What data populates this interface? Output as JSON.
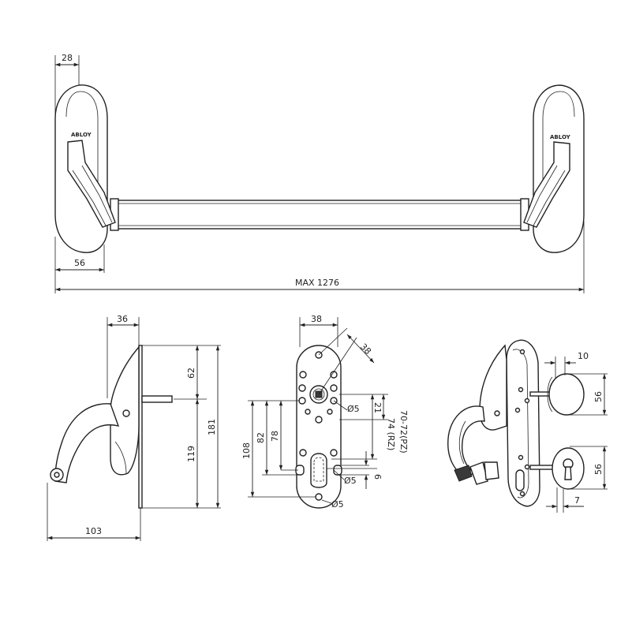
{
  "brand": "ABLOY",
  "dimensions": {
    "top_handle_depth": "28",
    "top_handle_width": "56",
    "max_length": "MAX 1276",
    "side_depth": "36",
    "side_top": "62",
    "side_lower": "119",
    "side_total": "181",
    "side_width": "103",
    "plate_width": "38",
    "plate_diag": "38",
    "plate_hole_top": "Ø5",
    "plate_gap": "21",
    "plate_108": "108",
    "plate_82": "82",
    "plate_78": "78",
    "plate_pz": "70-72(PZ)",
    "plate_rz": "74 (RZ)",
    "plate_hole_mid": "Ø5",
    "plate_6": "6",
    "plate_hole_bottom": "Ø5",
    "iso_10": "10",
    "iso_56_top": "56",
    "iso_56_bottom": "56",
    "iso_7": "7"
  }
}
